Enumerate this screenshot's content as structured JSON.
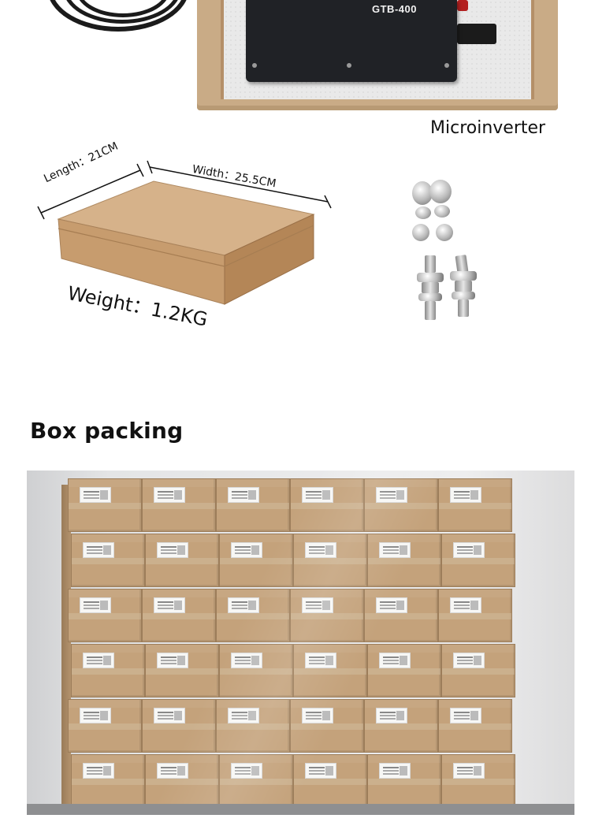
{
  "product": {
    "model_label": "GTB-400",
    "caption": "Microinverter"
  },
  "package": {
    "length": "Length：21CM",
    "width": "Width：25.5CM",
    "weight": "Weight：1.2KG"
  },
  "box_packing": {
    "title": "Box packing",
    "rows": 6,
    "columns": 6
  },
  "colors": {
    "cardboard": "#c4a27b",
    "inverter_body": "#202226"
  }
}
